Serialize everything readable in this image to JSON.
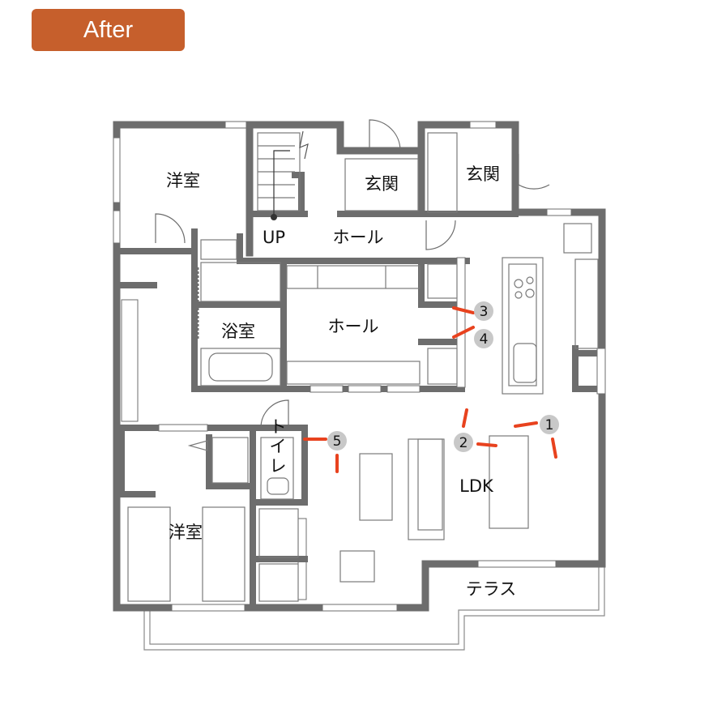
{
  "badge": {
    "label": "After"
  },
  "colors": {
    "badge": "#c65f2c",
    "wall": "#6d6d6d",
    "fixture": "#7a7a7a",
    "marker": "#e8421e",
    "marker_circle": "#c8c8c8"
  },
  "rooms": {
    "western_room_top": "洋室",
    "entrance_left": "玄関",
    "entrance_right": "玄関",
    "up": "UP",
    "hall_top": "ホール",
    "bath": "浴室",
    "hall_center": "ホール",
    "toilet_1": "ト",
    "toilet_2": "イ",
    "toilet_3": "レ",
    "western_room_bottom": "洋室",
    "ldk": "LDK",
    "terrace": "テラス"
  },
  "markers": [
    "1",
    "2",
    "3",
    "4",
    "5"
  ]
}
